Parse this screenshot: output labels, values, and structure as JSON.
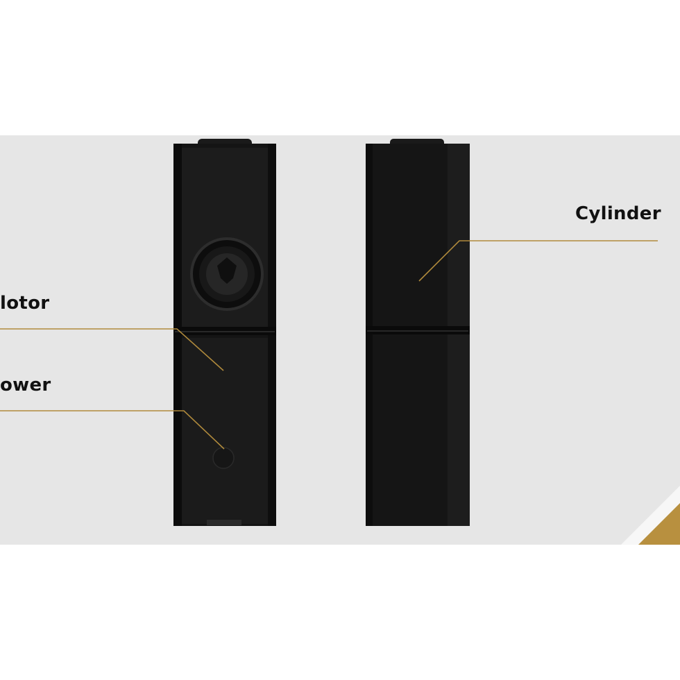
{
  "labels": {
    "motor": "lotor",
    "power": "ower",
    "cylinder": "Cylinder"
  },
  "colors": {
    "background": "#ffffff",
    "band": "#e6e6e6",
    "device_body": "#121212",
    "leader_line": "#b08a3c",
    "accent_gold": "#b8903f",
    "accent_white": "#f7f7f7"
  }
}
